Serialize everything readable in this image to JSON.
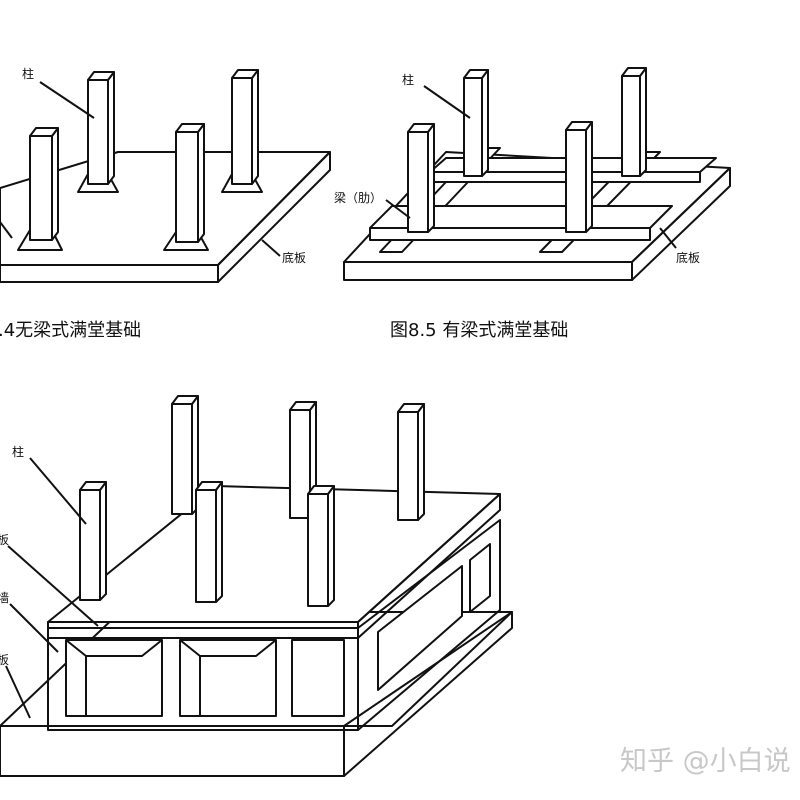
{
  "figures": {
    "fig_a": {
      "caption": ".4无梁式满堂基础",
      "labels": {
        "column": "柱",
        "slab": "底板"
      }
    },
    "fig_b": {
      "caption": "图8.5 有梁式满堂基础",
      "labels": {
        "column": "柱",
        "beam": "梁（肋）",
        "slab": "底板"
      }
    },
    "fig_c": {
      "labels": {
        "column": "柱",
        "top_slab_partial": "板",
        "wall_partial": "墙",
        "bottom_slab_partial": "板"
      }
    }
  },
  "watermark": "知乎 @小白说"
}
